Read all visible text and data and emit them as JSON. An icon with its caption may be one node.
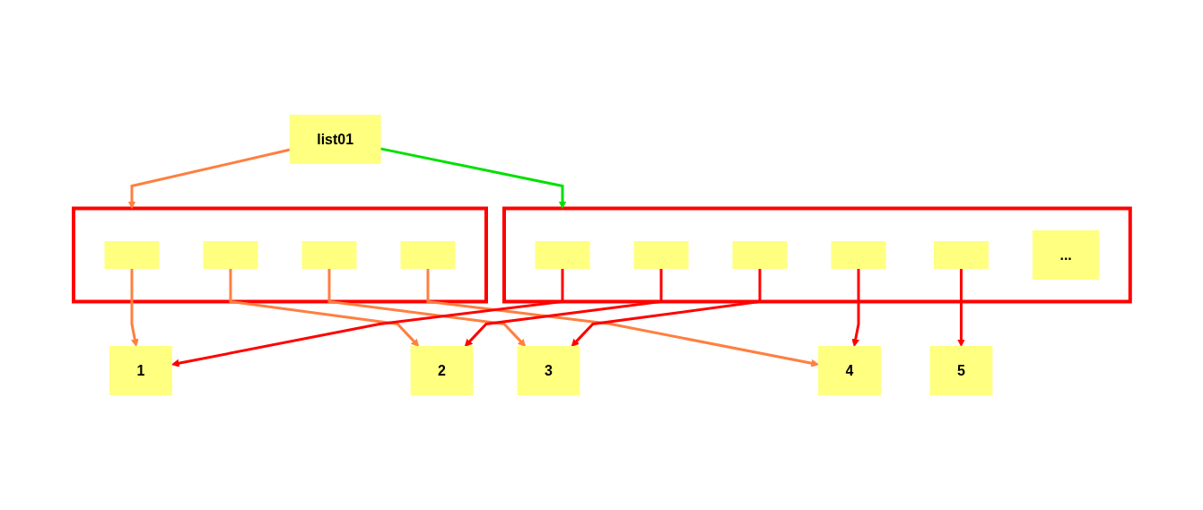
{
  "diagram": {
    "nodes": [
      {
        "text": [
          "list01"
        ]
      },
      {
        "text": [],
        "shape": "box"
      },
      {
        "text": [],
        "shape": "box",
        "in": 1
      },
      {
        "text": [],
        "shape": "box",
        "in": 1
      },
      {
        "text": [],
        "shape": "box",
        "in": 1
      },
      {
        "text": [],
        "shape": "box",
        "in": 1
      },
      {
        "text": [
          "1"
        ]
      },
      {
        "text": [
          "2"
        ]
      },
      {
        "text": [
          "3"
        ]
      },
      {
        "text": [
          "4"
        ]
      },
      {
        "text": [
          "5"
        ]
      },
      {
        "text": [],
        "shape": "box"
      },
      {
        "text": [],
        "shape": "box",
        "in": 11
      },
      {
        "text": [],
        "shape": "box",
        "in": 11
      },
      {
        "text": [],
        "shape": "box",
        "in": 11
      },
      {
        "text": [],
        "shape": "box",
        "in": 11
      },
      {
        "text": [],
        "shape": "box",
        "in": 11
      },
      {
        "text": [
          "..."
        ],
        "in": 11
      }
    ],
    "edges": [
      {
        "from": 0,
        "to": 1,
        "arrow": "to",
        "color": "#ff7f40"
      },
      {
        "from": 0,
        "to": 11,
        "arrow": "to",
        "color": "#00e000"
      },
      {
        "from": 2,
        "to": 6,
        "arrow": "to",
        "color": "#ff7f40"
      },
      {
        "from": 3,
        "to": 7,
        "arrow": "to",
        "color": "#ff7f40"
      },
      {
        "from": 4,
        "to": 8,
        "arrow": "to",
        "color": "#ff7f40"
      },
      {
        "from": 5,
        "to": 9,
        "arrow": "to",
        "color": "#ff7f40"
      },
      {
        "from": 12,
        "to": 6,
        "arrow": "to",
        "color": "#ff0000"
      },
      {
        "from": 13,
        "to": 7,
        "arrow": "to",
        "color": "#ff0000"
      },
      {
        "from": 14,
        "to": 8,
        "arrow": "to",
        "color": "#ff0000"
      },
      {
        "from": 15,
        "to": 9,
        "arrow": "to",
        "color": "#ff0000"
      },
      {
        "from": 16,
        "to": 10,
        "arrow": "to",
        "color": "#ff0000"
      }
    ]
  }
}
